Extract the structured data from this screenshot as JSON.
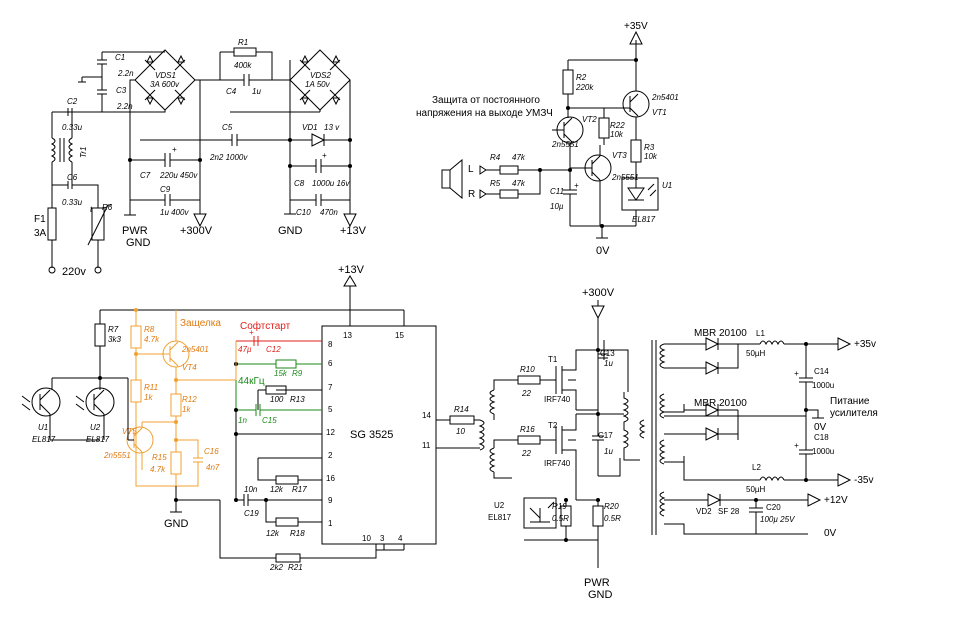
{
  "labels": {
    "c1": "C1",
    "c1v": "2.2n",
    "c2": "C2",
    "c2v": "0.33u",
    "c3": "C3",
    "c3v": "2.2n",
    "c4": "C4",
    "c4v": "1u",
    "c5": "C5",
    "c5v": "2n2 1000v",
    "c6": "C6",
    "c6v": "0.33u",
    "c7": "C7",
    "c7v": "220u 450v",
    "c8": "C8",
    "c8v": "1000u 16v",
    "c9": "C9",
    "c9v": "1u 400v",
    "c10": "C10",
    "c10v": "470n",
    "r1": "R1",
    "r1v": "400k",
    "vds1": "VDS1",
    "vds1v": "3A 600v",
    "vds2": "VDS2",
    "vds2v": "1A 50v",
    "vd1": "VD1",
    "vd1v": "13 v",
    "tr1": "Tr1",
    "f1": "F1",
    "f1v": "3A",
    "r6": "R6",
    "t": "t",
    "v220": "220v",
    "pwr": "PWR",
    "gnd": "GND",
    "p300": "+300V",
    "p13": "+13V",
    "prot_title1": "Защита от постоянного",
    "prot_title2": "напряжения на выходе УМЗЧ",
    "p35": "+35V",
    "r2": "R2",
    "r2v": "220k",
    "vt1": "VT1",
    "vt1t": "2n5401",
    "vt2": "VT2",
    "vt2t": "2n5551",
    "vt3": "VT3",
    "vt3t": "2n5551",
    "r22": "R22",
    "r22v": "10k",
    "r3": "R3",
    "r3v": "10k",
    "r4": "R4",
    "r4v": "47k",
    "r5": "R5",
    "r5v": "47k",
    "c11": "C11",
    "c11v": "10µ",
    "u1": "U1",
    "el817": "EL817",
    "L": "L",
    "R": "R",
    "v0": "0V",
    "r7": "R7",
    "r7v": "3k3",
    "r8": "R8",
    "r8v": "4.7k",
    "r11": "R11",
    "r11v": "1k",
    "r12": "R12",
    "r12v": "1k",
    "r15": "R15",
    "r15v": "4.7k",
    "c16": "C16",
    "c16v": "4n7",
    "vt4": "VT4",
    "vt4t": "2n5401",
    "vt5": "VT5",
    "vt5t": "2n5551",
    "latch": "Защелка",
    "softstart": "Софтстарт",
    "khz44": "44кГц",
    "c12": "C12",
    "c12v": "47µ",
    "r9": "R9",
    "r9v": "15k",
    "r13": "R13",
    "r13v": "100",
    "c15": "C15",
    "c15v": "1n",
    "r17": "R17",
    "r17v": "12k",
    "r18": "R18",
    "r18v": "12k",
    "c19": "C19",
    "c19v": "10n",
    "r21": "R21",
    "r21v": "2k2",
    "r14": "R14",
    "r14v": "10",
    "u1b": "U1",
    "u2": "U2",
    "u2b": "U2",
    "sg": "SG 3525",
    "pin13": "13",
    "pin15": "15",
    "pin8": "8",
    "pin6": "6",
    "pin7": "7",
    "pin5": "5",
    "pin12": "12",
    "pin2": "2",
    "pin16": "16",
    "pin9": "9",
    "pin1": "1",
    "pin10": "10",
    "pin3": "3",
    "pin4": "4",
    "pin14": "14",
    "pin11": "11",
    "p300b": "+300V",
    "t1": "T1",
    "t2": "T2",
    "irf": "IRF740",
    "r10": "R10",
    "r10v": "22",
    "r16": "R16",
    "r16v": "22",
    "c13": "C13",
    "c13v": "1u",
    "c17": "C17",
    "c17v": "1u",
    "r19": "R19",
    "r19v": "0.5R",
    "r20": "R20",
    "r20v": "0.5R",
    "mbr1": "MBR 20100",
    "mbr2": "MBR 20100",
    "l1": "L1",
    "l1v": "50µH",
    "l2": "L2",
    "l2v": "50µH",
    "c14": "C14",
    "c14v": "1000u",
    "c18": "C18",
    "c18v": "1000u",
    "p35v": "+35v",
    "m35v": "-35v",
    "p12v": "+12V",
    "ov": "0V",
    "ov2": "0V",
    "pitanie1": "Питание",
    "pitanie2": "усилителя",
    "vd2": "VD2",
    "sf28": "SF 28",
    "c20": "C20",
    "c20v": "100µ 25V",
    "p13b": "+13V"
  },
  "colors": {
    "wire": "#000000",
    "latch": "#f0a030",
    "softstart": "#e0201a",
    "osc": "#1a8a1a"
  }
}
